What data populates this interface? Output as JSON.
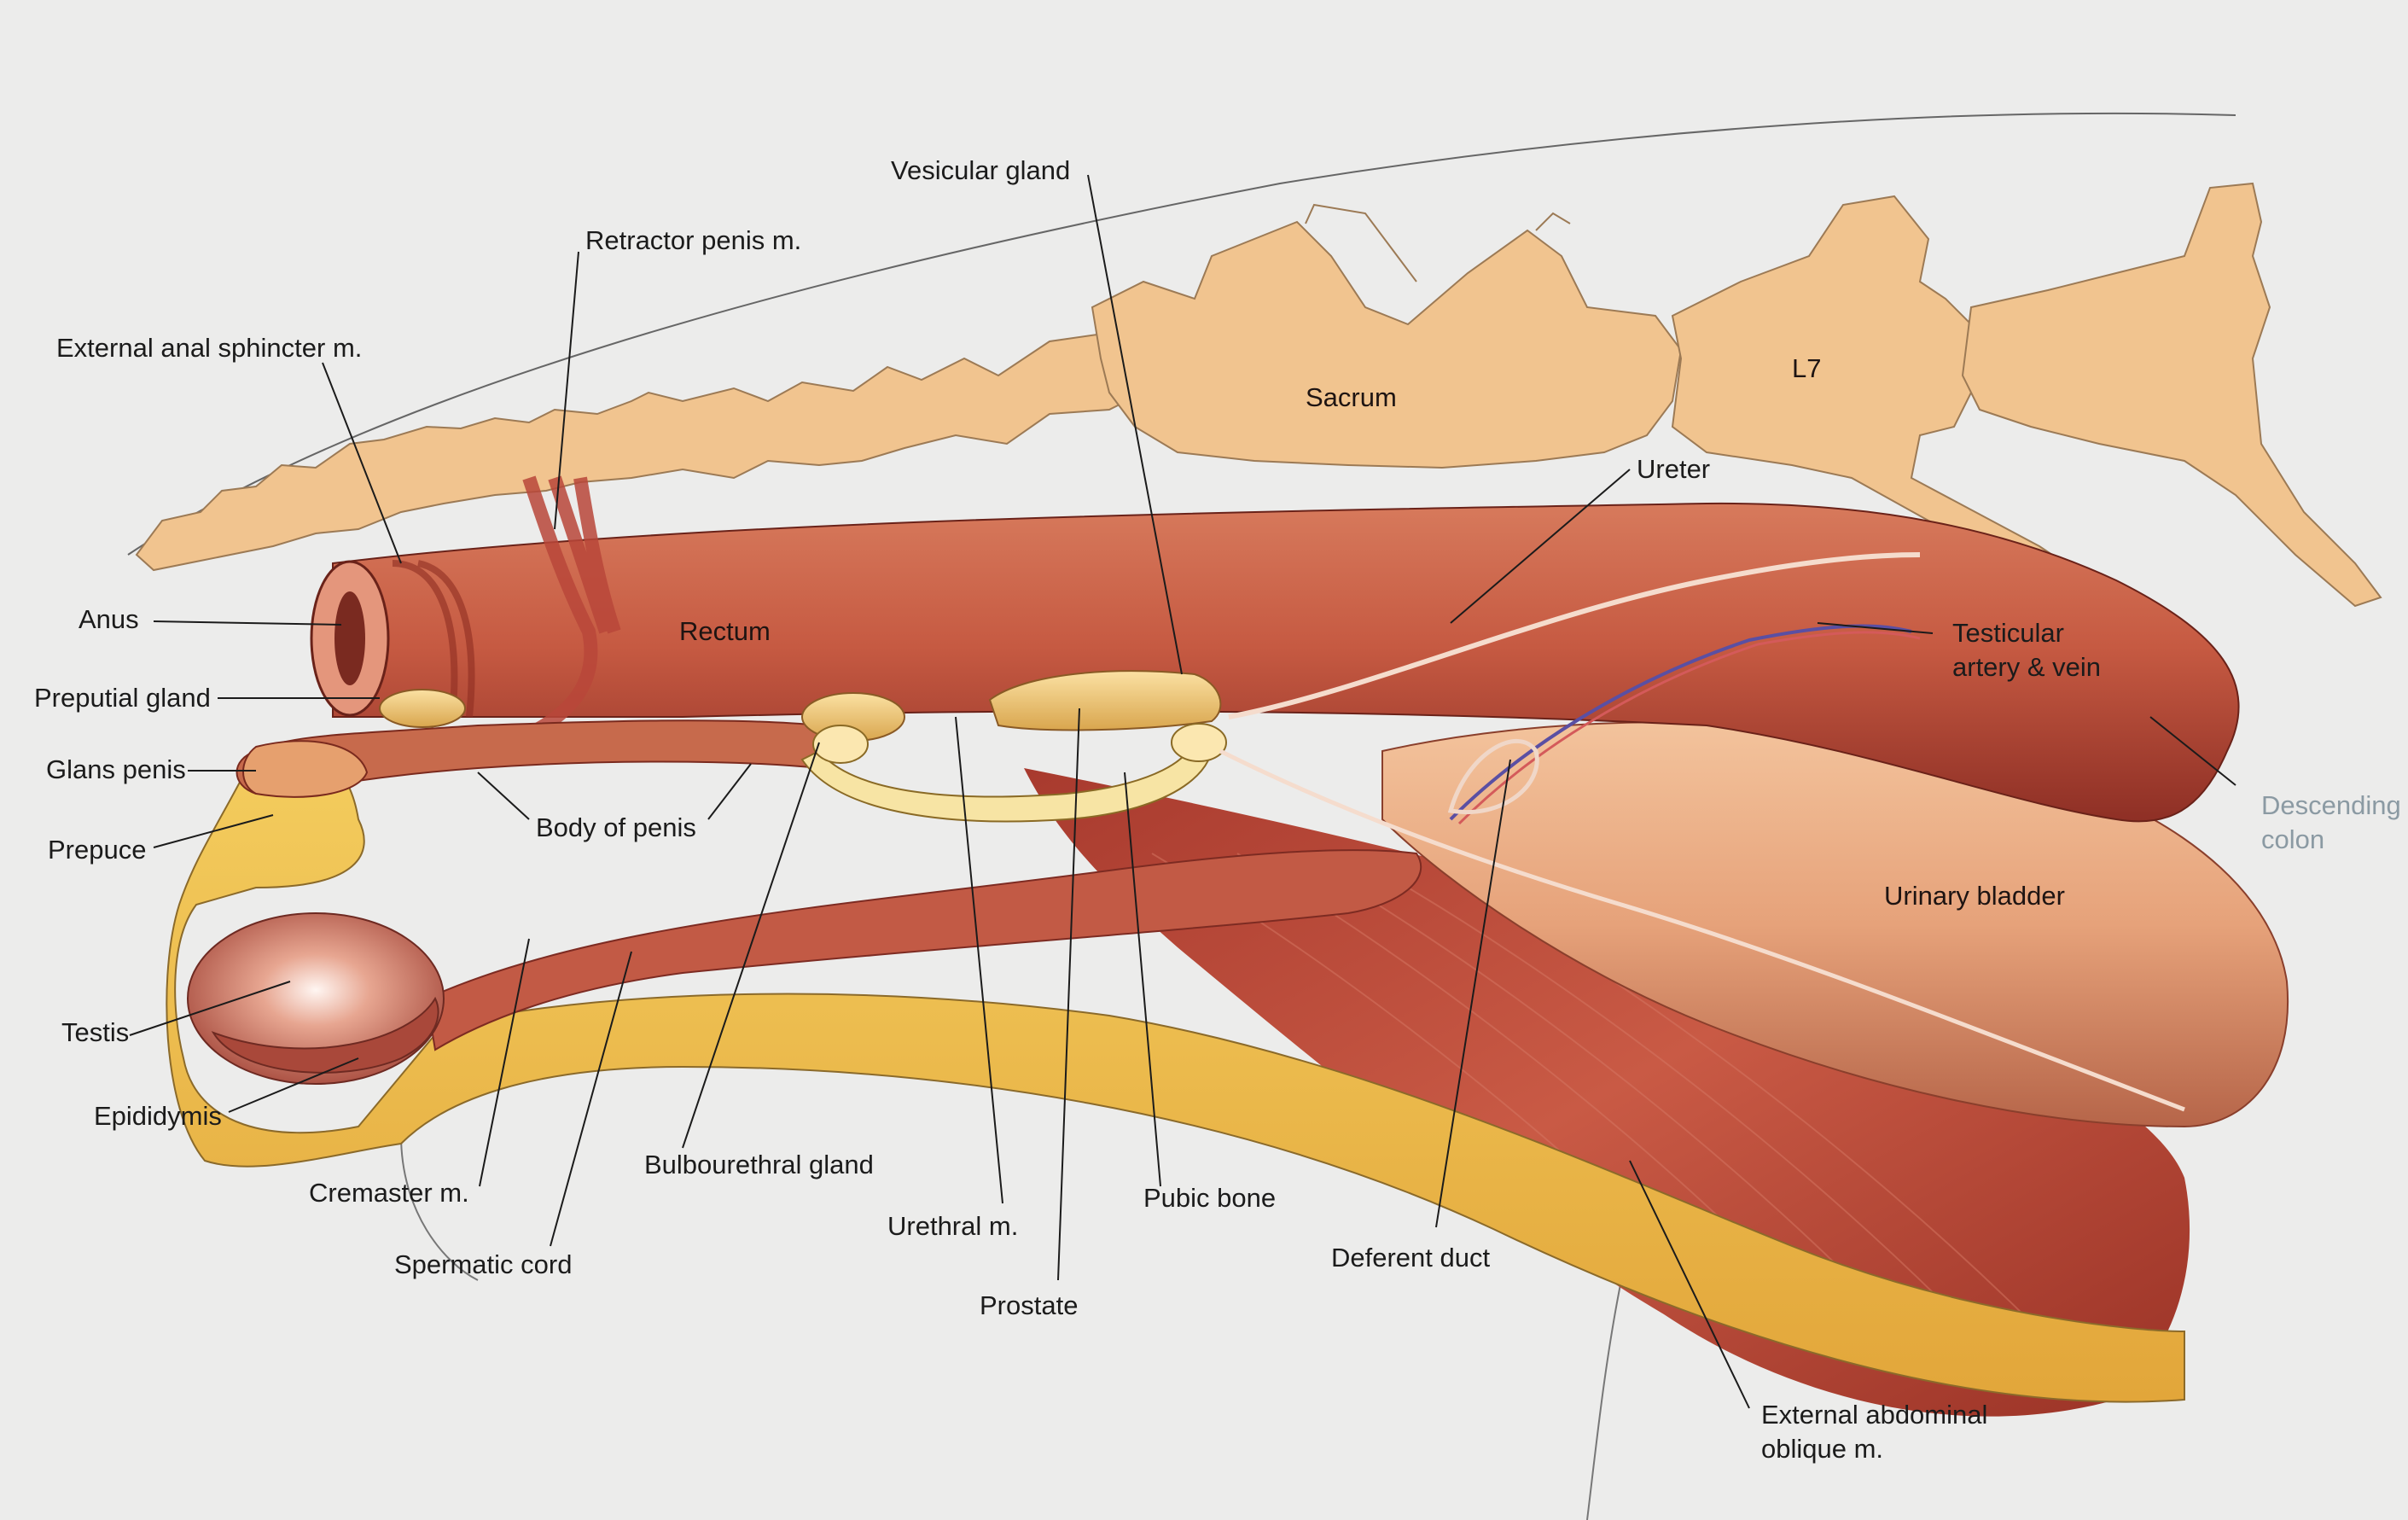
{
  "figure": {
    "labels": {
      "vesicular_gland": "Vesicular gland",
      "retractor_penis": "Retractor penis m.",
      "external_anal_sphincter": "External anal sphincter m.",
      "sacrum": "Sacrum",
      "l7": "L7",
      "ureter": "Ureter",
      "anus": "Anus",
      "rectum": "Rectum",
      "testicular_vessels": "Testicular\nartery & vein",
      "preputial_gland": "Preputial gland",
      "glans_penis": "Glans penis",
      "body_of_penis": "Body of penis",
      "descending_colon": "Descending\ncolon",
      "prepuce": "Prepuce",
      "urinary_bladder": "Urinary bladder",
      "testis": "Testis",
      "epididymis": "Epididymis",
      "bulbourethral_gland": "Bulbourethral gland",
      "cremaster": "Cremaster m.",
      "pubic_bone": "Pubic bone",
      "urethral_m": "Urethral m.",
      "deferent_duct": "Deferent duct",
      "spermatic_cord": "Spermatic cord",
      "prostate": "Prostate",
      "external_abdominal_oblique": "External abdominal\noblique m."
    },
    "colors": {
      "background": "#ececeb",
      "bone": "#f1c48f",
      "muscle": "#b84b3c",
      "fat": "#f0c34a",
      "gland": "#f2cc7a",
      "vein": "#5a4fa3"
    }
  }
}
